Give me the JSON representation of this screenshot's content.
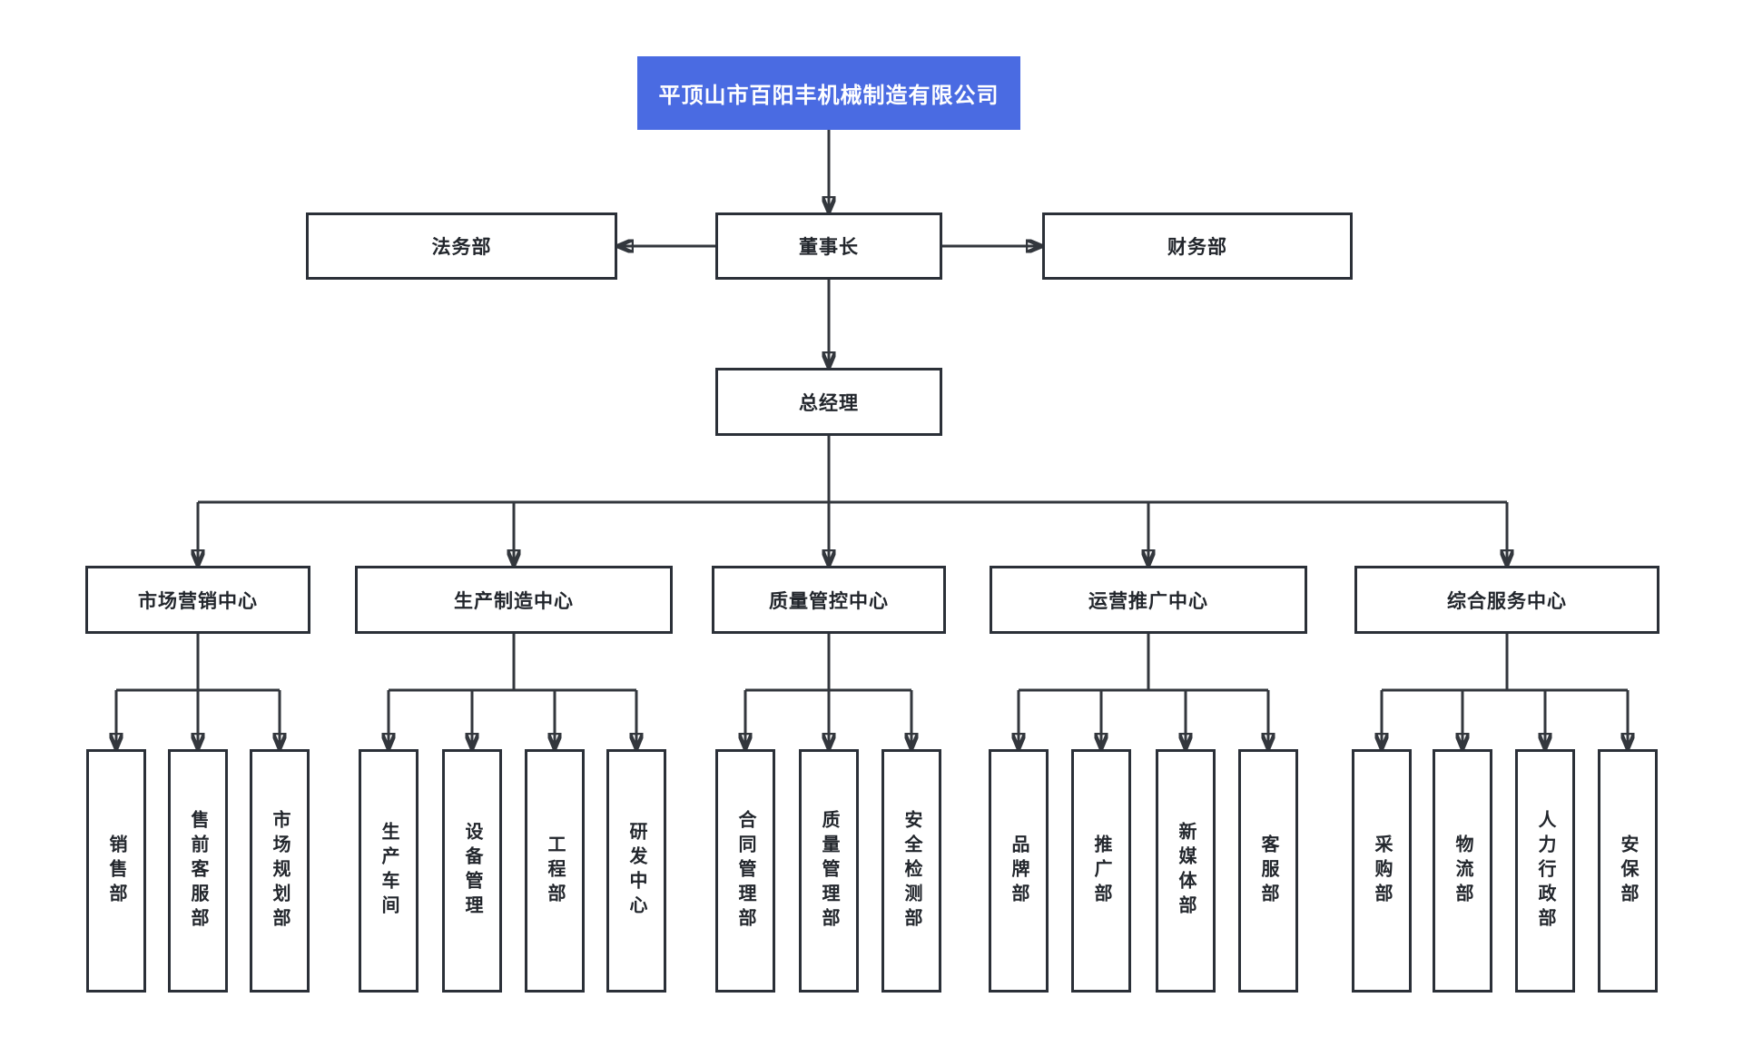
{
  "diagram": {
    "root": {
      "label": "平顶山市百阳丰机械制造有限公司"
    },
    "level2": {
      "left": "法务部",
      "center": "董事长",
      "right": "财务部"
    },
    "level3": {
      "label": "总经理"
    },
    "centers": [
      {
        "label": "市场营销中心",
        "departments": [
          "销售部",
          "售前客服部",
          "市场规划部"
        ]
      },
      {
        "label": "生产制造中心",
        "departments": [
          "生产车间",
          "设备管理",
          "工程部",
          "研发中心"
        ]
      },
      {
        "label": "质量管控中心",
        "departments": [
          "合同管理部",
          "质量管理部",
          "安全检测部"
        ]
      },
      {
        "label": "运营推广中心",
        "departments": [
          "品牌部",
          "推广部",
          "新媒体部",
          "客服部"
        ]
      },
      {
        "label": "综合服务中心",
        "departments": [
          "采购部",
          "物流部",
          "人力行政部",
          "安保部"
        ]
      }
    ],
    "colors": {
      "root_bg": "#4a6be2",
      "root_text": "#ffffff",
      "node_border": "#2b3038",
      "node_text": "#22262c",
      "connector": "#33373d",
      "background": "#ffffff"
    }
  }
}
